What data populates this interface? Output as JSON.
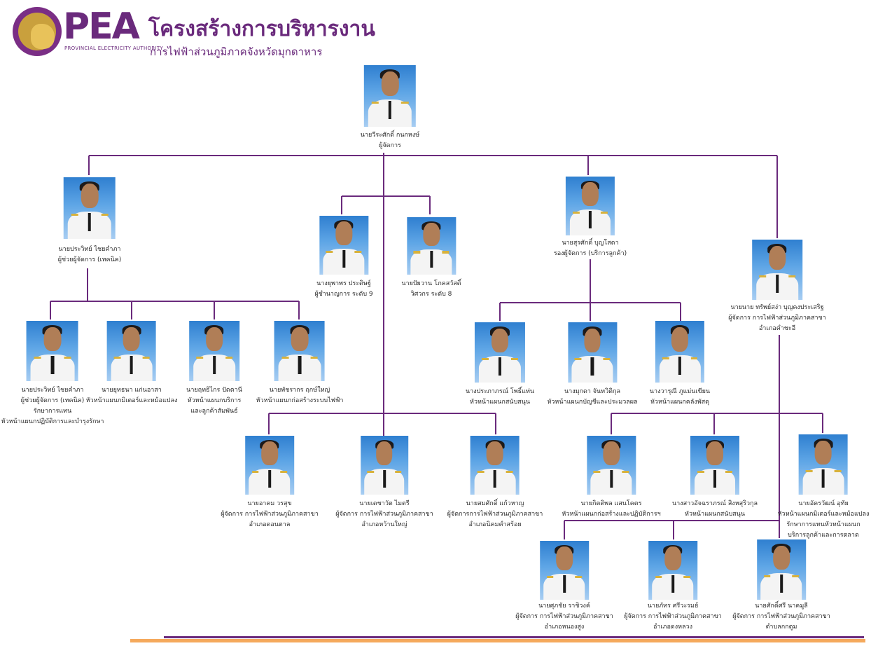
{
  "header": {
    "logo_text": "PEA",
    "logo_subtext": "PROVINCIAL ELECTRICITY AUTHORITY",
    "title": "โครงสร้างการบริหารงาน",
    "subtitle": "การไฟฟ้าส่วนภูมิภาคจังหวัดมุกดาหาร"
  },
  "colors": {
    "line": "#6a2a7c",
    "accent": "#6a2a7c",
    "footer": "#f5a95c"
  },
  "people": [
    {
      "id": "p1",
      "lines": [
        "นายวีระศักดิ์ กนกหงษ์",
        "ผู้จัดการ"
      ]
    },
    {
      "id": "p2",
      "lines": [
        "นายประวิทย์ ไชยคำภา",
        "ผู้ช่วยผู้จัดการ (เทคนิค)"
      ]
    },
    {
      "id": "p3",
      "lines": [
        "นางยุพาพร ประดิษฐ์",
        "ผู้ชำนาญการ ระดับ 9"
      ]
    },
    {
      "id": "p4",
      "lines": [
        "นายปัยวาน โภคสวัสดิ์",
        "วิศวกร ระดับ 8"
      ]
    },
    {
      "id": "p5",
      "lines": [
        "นายสุรศักดิ์ บุญโสดา",
        "รองผู้จัดการ (บริการลูกค้า)"
      ]
    },
    {
      "id": "p6",
      "lines": [
        "นายนาย ทรัพย์สง่า บุญคงประเสริฐ",
        "ผู้จัดการ การไฟฟ้าส่วนภูมิภาคสาขา",
        "อำเภอคำชะอี"
      ]
    },
    {
      "id": "p7",
      "lines": [
        "นายประวิทย์ ไชยคำภา",
        "ผู้ช่วยผู้จัดการ (เทคนิค)",
        "รักษาการแทน",
        "หัวหน้าแผนกปฏิบัติการและบำรุงรักษา"
      ]
    },
    {
      "id": "p8",
      "lines": [
        "นายยุทธนา แก่นอาสา",
        "หัวหน้าแผนกมิเตอร์และหม้อแปลง"
      ]
    },
    {
      "id": "p9",
      "lines": [
        "นายฤทธิไกร ปัดตานี",
        "หัวหน้าแผนกบริการ",
        "และลูกค้าสัมพันธ์"
      ]
    },
    {
      "id": "p10",
      "lines": [
        "นายพัชรากร ฤกษ์ใหญ่",
        "หัวหน้าแผนกก่อสร้างระบบไฟฟ้า"
      ]
    },
    {
      "id": "p11",
      "lines": [
        "นางประภาภรณ์ โพธิ์แท่น",
        "หัวหน้าแผนกสนับสนุน"
      ]
    },
    {
      "id": "p12",
      "lines": [
        "นางมุกดา จันทวิติกุล",
        "หัวหน้าแผนกบัญชีและประมวลผล"
      ]
    },
    {
      "id": "p13",
      "lines": [
        "นางวารุณี ภูแม่นเขียน",
        "หัวหน้าแผนกคลังพัสดุ"
      ]
    },
    {
      "id": "p14",
      "lines": [
        "นายอาคม วรสุข",
        "ผู้จัดการ การไฟฟ้าส่วนภูมิภาคสาขา",
        "อำเภอดอนตาล"
      ]
    },
    {
      "id": "p15",
      "lines": [
        "นายเดชาวัต ไมตรี",
        "ผู้จัดการ การไฟฟ้าส่วนภูมิภาคสาขา",
        "อำเภอหว้านใหญ่"
      ]
    },
    {
      "id": "p16",
      "lines": [
        "นายสมศักดิ์ แก้วหาญ",
        "ผู้จัดการการไฟฟ้าส่วนภูมิภาคสาขา",
        "อำเภอนิคมคำสร้อย"
      ]
    },
    {
      "id": "p17",
      "lines": [
        "นายกิตติพล แสนโคตร",
        "หัวหน้าแผนกก่อสร้างและปฏิบัติการฯ"
      ]
    },
    {
      "id": "p18",
      "lines": [
        "นางสาวอัจฉราภรณ์ สิงหสุริวกุล",
        "หัวหน้าแผนกสนับสนุน"
      ]
    },
    {
      "id": "p19",
      "lines": [
        "นายอัครวัฒน์ อุทัย",
        "หัวหน้าแผนกมิเตอร์และหม้อแปลง",
        "รักษาการแทนหัวหน้าแผนก",
        "บริการลูกค้าและการตลาด"
      ]
    },
    {
      "id": "p20",
      "lines": [
        "นายศุภชัย ราชิวงค์",
        "ผู้จัดการ การไฟฟ้าส่วนภูมิภาคสาขา",
        "อำเภอหนองสูง"
      ]
    },
    {
      "id": "p21",
      "lines": [
        "นายภัทร ศรีวะรมย์",
        "ผู้จัดการ การไฟฟ้าส่วนภูมิภาคสาขา",
        "อำเภอดงหลวง"
      ]
    },
    {
      "id": "p22",
      "lines": [
        "นายศักดิ์ศรี นาคมูลี",
        "ผู้จัดการ การไฟฟ้าส่วนภูมิภาคสาขา",
        "ตำบลกกตูม"
      ]
    }
  ]
}
